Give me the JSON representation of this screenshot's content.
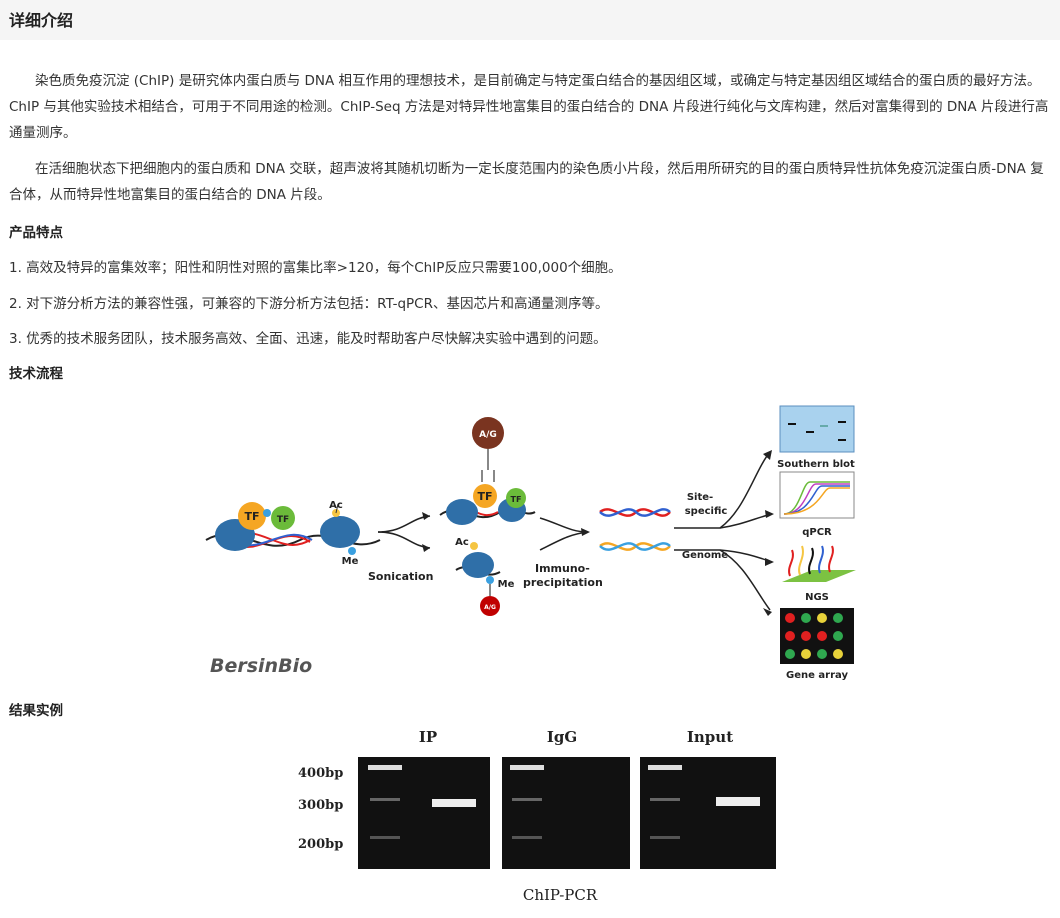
{
  "header": {
    "title": "详细介绍"
  },
  "intro": {
    "p1": "染色质免疫沉淀 (ChIP) 是研究体内蛋白质与 DNA 相互作用的理想技术，是目前确定与特定蛋白结合的基因组区域，或确定与特定基因组区域结合的蛋白质的最好方法。ChIP 与其他实验技术相结合，可用于不同用途的检测。ChIP-Seq 方法是对特异性地富集目的蛋白结合的 DNA 片段进行纯化与文库构建，然后对富集得到的 DNA 片段进行高通量测序。",
    "p2": "在活细胞状态下把细胞内的蛋白质和 DNA 交联，超声波将其随机切断为一定长度范围内的染色质小片段，然后用所研究的目的蛋白质特异性抗体免疫沉淀蛋白质-DNA 复合体，从而特异性地富集目的蛋白结合的 DNA 片段。"
  },
  "features": {
    "heading": "产品特点",
    "items": [
      "1. 高效及特异的富集效率；阳性和阴性对照的富集比率>120，每个ChIP反应只需要100,000个细胞。",
      "2. 对下游分析方法的兼容性强，可兼容的下游分析方法包括：RT-qPCR、基因芯片和高通量测序等。",
      "3. 优秀的技术服务团队，技术服务高效、全面、迅速，能及时帮助客户尽快解决实验中遇到的问题。"
    ]
  },
  "workflow": {
    "heading": "技术流程",
    "labels": {
      "tf": "TF",
      "ag": "A/G",
      "ac": "Ac",
      "me": "Me",
      "sonication": "Sonication",
      "immuno1": "Immuno-",
      "immuno2": "precipitation",
      "site1": "Site-",
      "site2": "specific",
      "genome": "Genome",
      "southern": "Southern blot",
      "qpcr": "qPCR",
      "ngs": "NGS",
      "array": "Gene array",
      "brand": "BersinBio"
    }
  },
  "results": {
    "heading": "结果实例",
    "lanes": [
      "IP",
      "IgG",
      "Input"
    ],
    "markers": [
      "400bp",
      "300bp",
      "200bp"
    ],
    "caption": "ChIP-PCR"
  }
}
